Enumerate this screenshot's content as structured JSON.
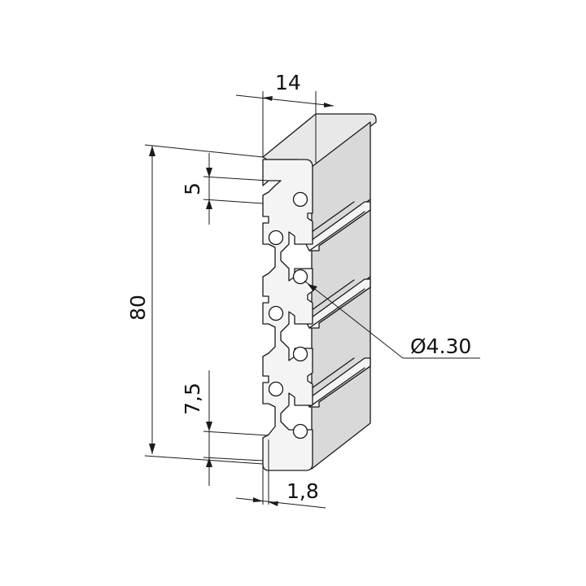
{
  "dimensions": {
    "width": "14",
    "height": "80",
    "slot_top": "5",
    "slot_bottom": "7,5",
    "wall": "1,8",
    "hole_diameter": "Ø4.30"
  },
  "colors": {
    "line": "#1a1a1a",
    "face": "#f4f4f4",
    "side": "#d9d9d9",
    "background": "#ffffff"
  }
}
